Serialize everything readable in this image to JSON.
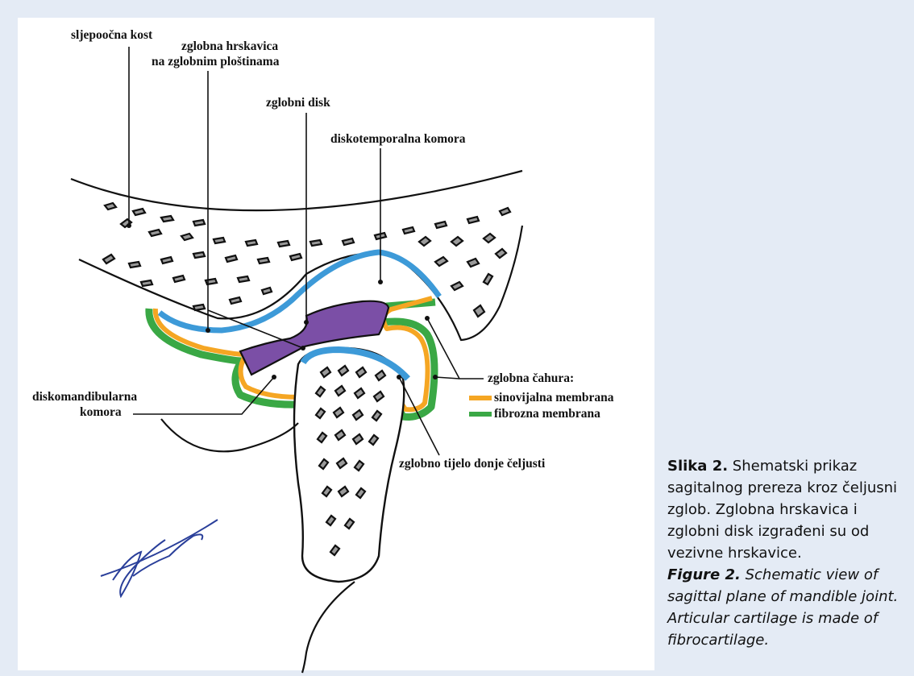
{
  "labels": {
    "temporal_bone": "sljepoočna kost",
    "cartilage_line1": "zglobna hrskavica",
    "cartilage_line2": "na zglobnim ploštinama",
    "disc": "zglobni disk",
    "discotemporal": "diskotemporalna komora",
    "capsule": "zglobna čahura:",
    "synovial": "sinovijalna membrana",
    "fibrous": "fibrozna membrana",
    "discomandibular_line1": "diskomandibularna",
    "discomandibular_line2": "komora",
    "condyle": "zglobno tijelo donje čeljusti"
  },
  "caption": {
    "hr_label": "Slika 2.",
    "hr_text": " Shematski prikaz sagitalnog prereza kroz čeljusni zglob. Zglobna hrskavica i zglobni disk izgrađeni su od vezivne hrskavice.",
    "en_label": "Figure 2.",
    "en_text": " Schematic view of sagittal plane of mandible joint. Articular cartilage is made of fibrocartilage."
  },
  "colors": {
    "synovial": "#f5a623",
    "fibrous": "#3aa845",
    "cartilage": "#3d9ad8",
    "disc": "#7b4fa6",
    "cells": "#9a9a9a",
    "signature": "#2a3f9a"
  }
}
